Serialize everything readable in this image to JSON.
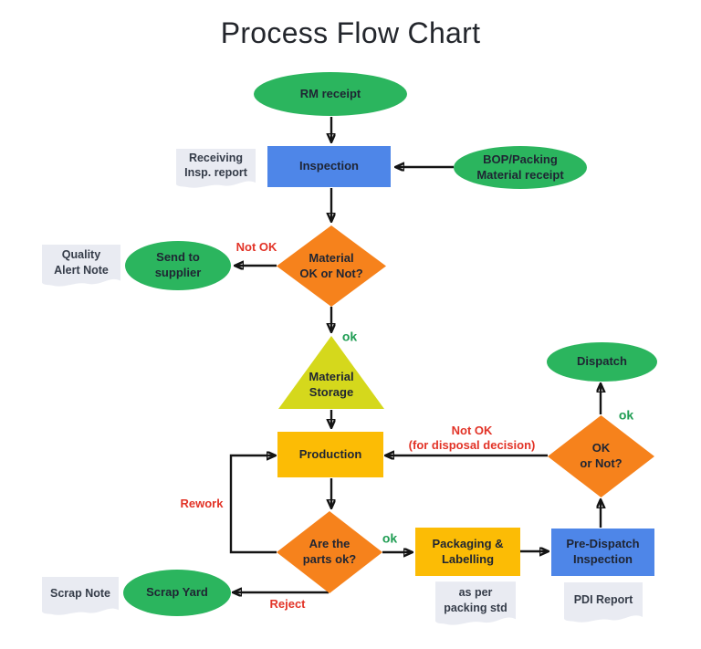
{
  "title": "Process Flow Chart",
  "nodes": {
    "rm_receipt": "RM receipt",
    "inspection": "Inspection",
    "bop_receipt": "BOP/Packing\nMaterial receipt",
    "material_ok": "Material\nOK or Not?",
    "send_supplier": "Send to\nsupplier",
    "material_storage": "Material\nStorage",
    "production": "Production",
    "parts_ok": "Are the\nparts ok?",
    "scrap_yard": "Scrap Yard",
    "packaging": "Packaging &\nLabelling",
    "pre_dispatch": "Pre-Dispatch\nInspection",
    "ok_or_not": "OK\nor Not?",
    "dispatch": "Dispatch"
  },
  "documents": {
    "receiving_report": "Receiving\nInsp. report",
    "quality_alert": "Quality\nAlert Note",
    "scrap_note": "Scrap Note",
    "packing_std": "as per\npacking std",
    "pdi_report": "PDI Report"
  },
  "edge_labels": {
    "not_ok_supplier": "Not OK",
    "ok_storage": "ok",
    "not_ok_disposal": "Not OK\n(for disposal decision)",
    "rework": "Rework",
    "ok_packaging": "ok",
    "reject": "Reject",
    "ok_dispatch": "ok"
  },
  "colors": {
    "green": "#2bb55e",
    "blue": "#4e86e8",
    "orange": "#f6821c",
    "amber": "#fcbc05",
    "yellow_green": "#d5d81c",
    "doc_gray": "#e9ebf2",
    "red_label": "#e23327",
    "green_label": "#1f9d53"
  }
}
